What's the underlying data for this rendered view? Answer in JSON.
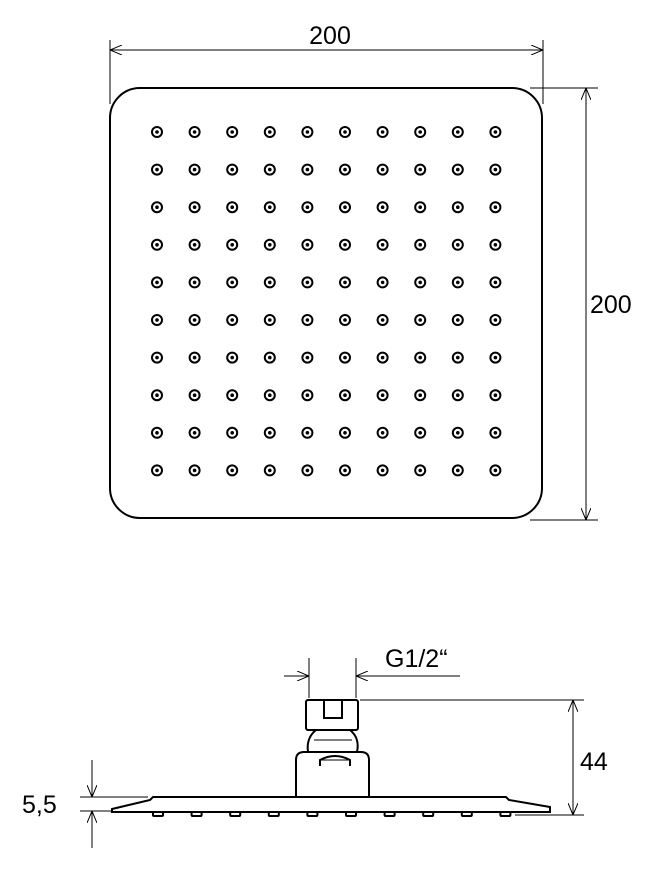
{
  "top_view": {
    "width_label": "200",
    "height_label": "200",
    "nozzle_grid": {
      "rows": 10,
      "cols": 10
    }
  },
  "side_view": {
    "thread_label": "G1/2“",
    "height_label": "44",
    "thickness_label": "5,5",
    "bottom_nozzles": 10
  },
  "colors": {
    "line": "#000000",
    "background": "#ffffff"
  }
}
